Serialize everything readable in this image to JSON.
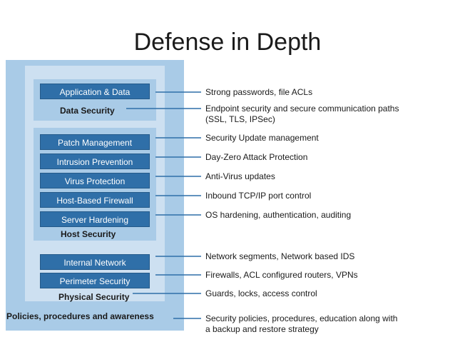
{
  "title": "Defense in Depth",
  "colors": {
    "outer_band": "#a9cbe7",
    "inner_band": "#cde0f1",
    "bar": "#2f6fa8",
    "connector": "#2f6fa8"
  },
  "layers": {
    "data_security": {
      "label": "Data Security",
      "bars": [
        "Application & Data"
      ]
    },
    "host_security": {
      "label": "Host Security",
      "bars": [
        "Patch Management",
        "Intrusion Prevention",
        "Virus Protection",
        "Host-Based Firewall",
        "Server Hardening"
      ]
    },
    "network": {
      "bars": [
        "Internal Network",
        "Perimeter Security"
      ]
    },
    "physical_security": {
      "label": "Physical Security"
    },
    "policies": {
      "label": "Policies, procedures and awareness"
    }
  },
  "notes": {
    "application_data": "Strong passwords, file ACLs",
    "data_security": [
      "Endpoint security and secure communication paths",
      "(SSL, TLS, IPSec)"
    ],
    "patch_management": "Security Update management",
    "intrusion_prevention": "Day-Zero Attack Protection",
    "virus_protection": "Anti-Virus updates",
    "host_firewall": "Inbound TCP/IP port control",
    "server_hardening": "OS hardening, authentication, auditing",
    "internal_network": "Network segments, Network based IDS",
    "perimeter_security": "Firewalls, ACL configured routers, VPNs",
    "physical_security": "Guards, locks, access control",
    "policies": [
      "Security policies, procedures, education along with",
      "a backup and restore strategy"
    ]
  }
}
